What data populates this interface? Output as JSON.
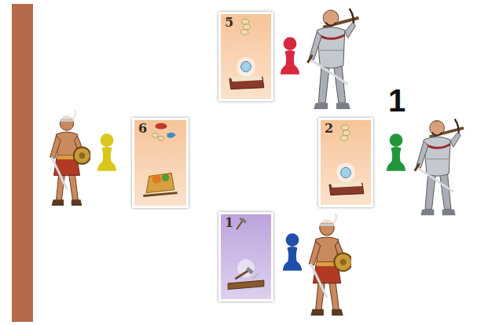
{
  "diagram": {
    "nodes": [
      {
        "text": [
          "5"
        ]
      },
      {
        "text": [
          "6"
        ]
      },
      {
        "text": [
          "2"
        ]
      },
      {
        "text": [
          "1"
        ]
      }
    ],
    "labels": [
      "1"
    ]
  }
}
